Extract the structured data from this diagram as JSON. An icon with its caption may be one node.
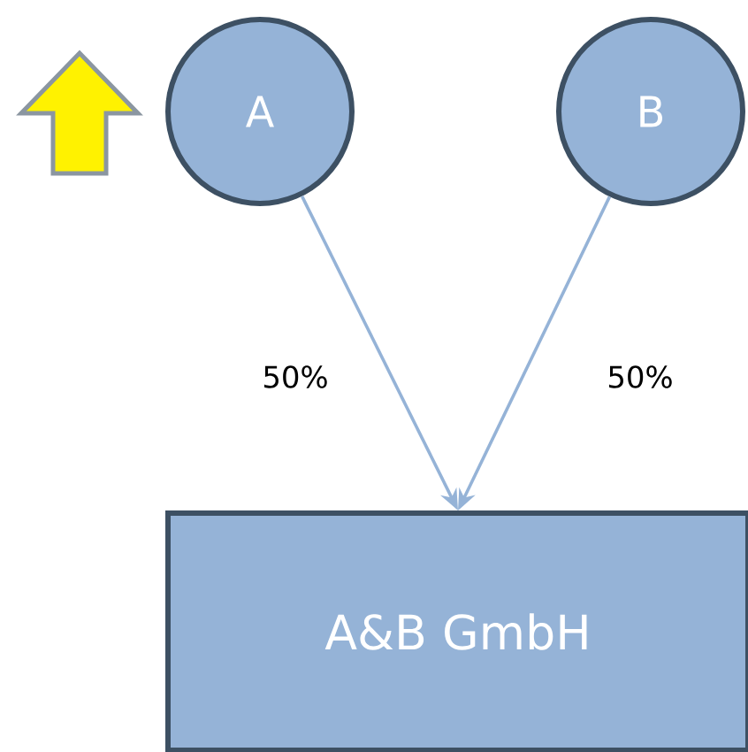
{
  "diagram": {
    "nodes": [
      {
        "text": [
          "A"
        ]
      },
      {
        "text": [
          "B"
        ]
      },
      {
        "text": [
          "A&B GmbH"
        ]
      }
    ],
    "edges": [
      {
        "from": 0,
        "to": 2,
        "arrow": "to",
        "label": "50%"
      },
      {
        "from": 1,
        "to": 2,
        "arrow": "to",
        "label": "50%"
      }
    ]
  }
}
